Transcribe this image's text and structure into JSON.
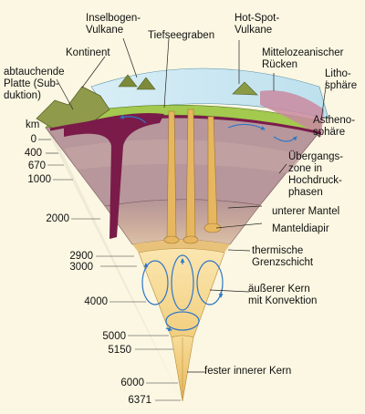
{
  "labels": {
    "inselbogen": "Inselbogen-\nVulkane",
    "kontinent": "Kontinent",
    "tiefseegraben": "Tiefseegraben",
    "hotspot": "Hot-Spot-\nVulkane",
    "ruecken": "Mittelozeanischer\nRücken",
    "lithosphaere": "Litho-\nsphäre",
    "subduktion": "abtauchende\nPlatte (Sub-\nduktion)",
    "asthenosphaere": "Astheno-\nsphäre",
    "uebergang": "Übergangs-\nzone in\nHochdruck-\nphasen",
    "unterer_mantel": "unterer Mantel",
    "manteldiapir": "Manteldiapir",
    "grenzschicht": "thermische\nGrenzschicht",
    "aeusserer_kern": "äußerer Kern\nmit Konvektion",
    "innerer_kern": "fester innerer Kern"
  },
  "depth_unit": "km",
  "depths": [
    "0",
    "400",
    "670",
    "1000",
    "2000",
    "2900",
    "3000",
    "4000",
    "5000",
    "5150",
    "6000",
    "6371"
  ],
  "colors": {
    "ocean": "#cfe9f3",
    "continent": "#8f9a4a",
    "lithosphere": "#9bc64a",
    "slab": "#7a1b4a",
    "upper_mantle": "#b79a9e",
    "lower_mantle": "#c7a898",
    "outer_core": "#f6d58e",
    "inner_core": "#f3c96e",
    "plume": "#e7b760",
    "arrow": "#2f76c8"
  }
}
